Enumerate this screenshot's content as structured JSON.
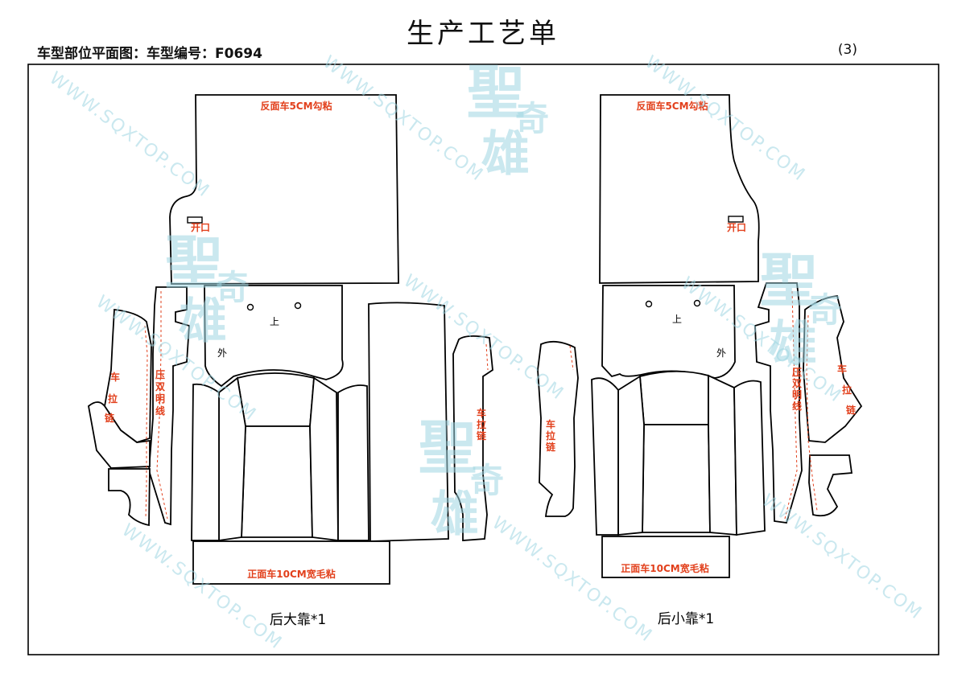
{
  "header": {
    "title": "生产工艺单",
    "subtitle": "车型部位平面图：车型编号：F0694",
    "page_number": "(3)"
  },
  "left_group": {
    "caption": "后大靠*1",
    "top_note": "反面车5CM勾粘",
    "opening": "开口",
    "up": "上",
    "outer": "外",
    "double_stitch": [
      "压",
      "双",
      "明",
      "线"
    ],
    "zipper_side": [
      "车",
      "拉",
      "链"
    ],
    "zipper_right": [
      "车",
      "拉",
      "链"
    ],
    "bottom_note": "正面车10CM宽毛粘"
  },
  "right_group": {
    "caption": "后小靠*1",
    "top_note": "反面车5CM勾粘",
    "opening": "开口",
    "up": "上",
    "outer": "外",
    "double_stitch": [
      "压",
      "双",
      "明",
      "线"
    ],
    "zipper_side": [
      "车",
      "拉",
      "链"
    ],
    "zipper_left": [
      "车",
      "拉",
      "链"
    ],
    "bottom_note": "正面车10CM宽毛粘"
  },
  "watermark": {
    "url": "WWW.SQXTOP.COM",
    "chars": [
      "聖",
      "奇",
      "雄"
    ],
    "color": "#9fd6e2"
  },
  "colors": {
    "annotation": "#e2401c",
    "outline": "#000000"
  }
}
